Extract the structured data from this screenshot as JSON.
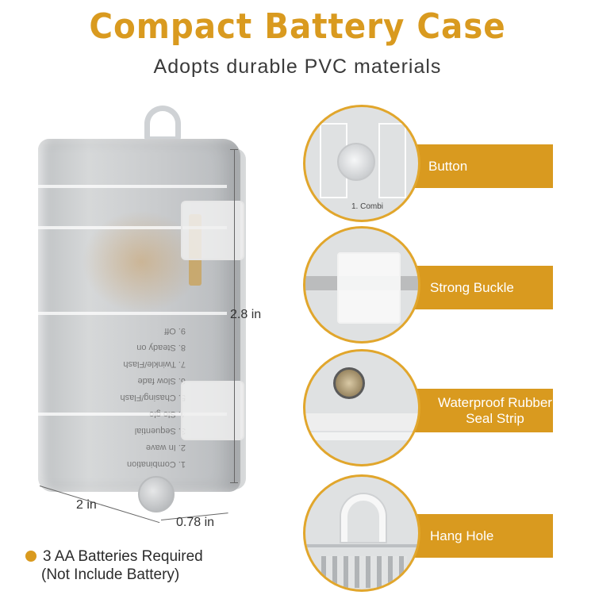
{
  "header": {
    "title": "Compact Battery Case",
    "subtitle": "Adopts durable PVC materials"
  },
  "product": {
    "mode_labels": [
      "1. Combination",
      "2. In wave",
      "3. Sequential",
      "4. Slo glo",
      "5. Chasing/Flash",
      "6. Slow fade",
      "7. Twinkle/Flash",
      "8. Steady on",
      "9. Off"
    ],
    "dimensions": {
      "height": "2.8 in",
      "width": "2 in",
      "depth": "0.78 in"
    }
  },
  "note": {
    "line1": "3 AA Batteries Required",
    "line2": "(Not Include Battery)"
  },
  "features": [
    {
      "label": "Button",
      "inset_text": "1. Combi"
    },
    {
      "label": "Strong Buckle"
    },
    {
      "label_line1": "Waterproof Rubber",
      "label_line2": "Seal Strip"
    },
    {
      "label": "Hang Hole"
    }
  ],
  "colors": {
    "accent": "#d99a1f",
    "text_dark": "#3a3a3a"
  }
}
